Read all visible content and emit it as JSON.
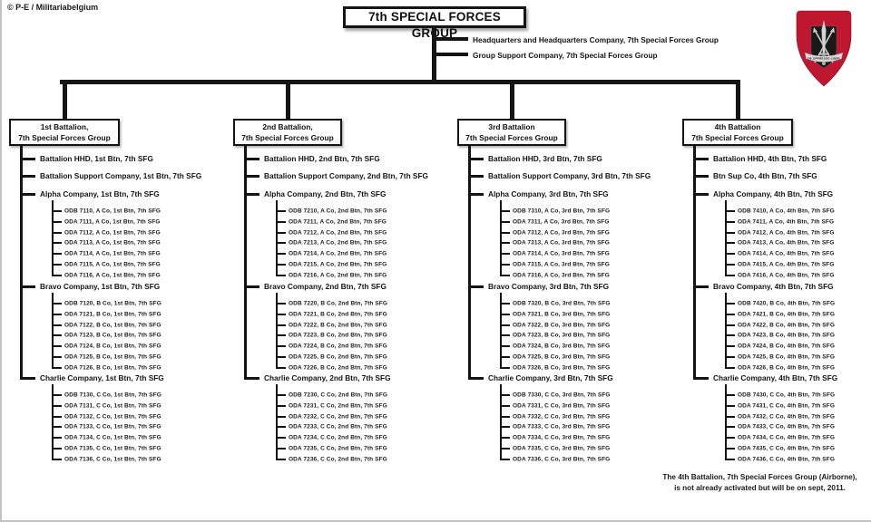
{
  "copyright": "© P-E / Militariabelgium",
  "root": {
    "title": "7th SPECIAL FORCES GROUP",
    "attachments": [
      "Headquarters and Headquarters Company,  7th Special Forces Group",
      "Group Support Company,  7th Special Forces Group"
    ]
  },
  "insignia": {
    "name": "7th-special-forces-group-beret-flash",
    "motto": "DE OPPRESSO LIBER",
    "flash_color": "#c01731"
  },
  "footnote": {
    "line1": "The 4th Battalion, 7th Special Forces Group (Airborne),",
    "line2": "is not already activated but will be on sept, 2011."
  },
  "battalions": [
    {
      "box_line1": "1st Battalion,",
      "box_line2": "7th Special Forces Group",
      "units": [
        "Battalion HHD, 1st Btn, 7th SFG",
        "Battalion  Support Company, 1st Btn, 7th SFG"
      ],
      "companies": [
        {
          "name": "Alpha Company, 1st Btn, 7th SFG",
          "detachments": [
            "ODB 7110, A Co, 1st Btn, 7th SFG",
            "ODA 7111, A Co, 1st Btn, 7th SFG",
            "ODA 7112, A Co, 1st Btn, 7th SFG",
            "ODA 7113, A Co, 1st Btn, 7th SFG",
            "ODA 7114, A Co, 1st Btn, 7th SFG",
            "ODA 7115, A Co, 1st Btn, 7th SFG",
            "ODA 7116, A Co, 1st Btn, 7th SFG"
          ]
        },
        {
          "name": "Bravo Company, 1st Btn, 7th SFG",
          "detachments": [
            "ODB 7120, B Co, 1st Btn, 7th SFG",
            "ODA 7121, B Co, 1st Btn, 7th SFG",
            "ODA 7122, B Co, 1st Btn, 7th SFG",
            "ODA 7123, B Co, 1st Btn, 7th SFG",
            "ODA 7124, B Co, 1st Btn, 7th SFG",
            "ODA 7125, B Co, 1st Btn, 7th SFG",
            "ODA 7126, B Co, 1st Btn, 7th SFG"
          ]
        },
        {
          "name": "Charlie Company, 1st Btn, 7th SFG",
          "detachments": [
            "ODB 7130, C Co, 1st Btn, 7th SFG",
            "ODA 7131, C Co, 1st Btn, 7th SFG",
            "ODA 7132, C Co, 1st Btn, 7th SFG",
            "ODA 7133, C Co, 1st Btn, 7th SFG",
            "ODA 7134, C Co, 1st Btn, 7th SFG",
            "ODA 7135, C Co, 1st Btn, 7th SFG",
            "ODA 7136, C Co, 1st Btn, 7th SFG"
          ]
        }
      ]
    },
    {
      "box_line1": "2nd Battalion,",
      "box_line2": "7th Special Forces Group",
      "units": [
        "Battalion HHD, 2nd Btn, 7th SFG",
        "Battalion  Support Company, 2nd Btn, 7th SFG"
      ],
      "companies": [
        {
          "name": "Alpha Company, 2nd Btn, 7th SFG",
          "detachments": [
            "ODB 7210, A Co, 2nd Btn, 7th SFG",
            "ODA 7211, A Co, 2nd Btn, 7th SFG",
            "ODA 7212, A Co, 2nd Btn, 7th SFG",
            "ODA 7213, A Co, 2nd Btn, 7th SFG",
            "ODA 7214, A Co, 2nd Btn, 7th SFG",
            "ODA 7215, A Co, 2nd Btn, 7th SFG",
            "ODA 7216, A Co, 2nd Btn, 7th SFG"
          ]
        },
        {
          "name": "Bravo Company, 2nd Btn, 7th SFG",
          "detachments": [
            "ODB 7220, B Co, 2nd Btn, 7th SFG",
            "ODA 7221, B Co, 2nd Btn, 7th SFG",
            "ODA 7222, B Co, 2nd Btn, 7th SFG",
            "ODA 7223, B Co, 2nd Btn, 7th SFG",
            "ODA 7224, B Co, 2nd Btn, 7th SFG",
            "ODA 7225, B Co, 2nd Btn, 7th SFG",
            "ODA 7226, B Co, 2nd Btn, 7th SFG"
          ]
        },
        {
          "name": "Charlie Company, 2nd Btn, 7th SFG",
          "detachments": [
            "ODB 7230, C Co, 2nd Btn, 7th SFG",
            "ODA 7231, C Co, 2nd Btn, 7th SFG",
            "ODA 7232, C Co, 2nd Btn, 7th SFG",
            "ODA 7233, C Co, 2nd Btn, 7th SFG",
            "ODA 7234, C Co, 2nd Btn, 7th SFG",
            "ODA 7235, C Co, 2nd Btn, 7th SFG",
            "ODA 7236, C Co, 2nd Btn, 7th SFG"
          ]
        }
      ]
    },
    {
      "box_line1": "3rd Battalion",
      "box_line2": "7th Special Forces Group",
      "units": [
        "Battalion HHD,  3rd Btn, 7th SFG",
        "Battalion  Support Company, 3rd Btn,  7th SFG"
      ],
      "companies": [
        {
          "name": "Alpha Company, 3rd Btn, 7th SFG",
          "detachments": [
            "ODB 7310, A Co, 3rd Btn, 7th SFG",
            "ODA 7311, A Co, 3rd Btn, 7th SFG",
            "ODA 7312, A Co, 3rd Btn, 7th SFG",
            "ODA 7313, A Co, 3rd Btn, 7th SFG",
            "ODA 7314, A Co, 3rd Btn, 7th SFG",
            "ODA 7315, A Co, 3rd Btn, 7th SFG",
            "ODA 7316, A Co, 3rd Btn, 7th SFG"
          ]
        },
        {
          "name": "Bravo Company, 3rd Btn, 7th SFG",
          "detachments": [
            "ODB 7320, B Co, 3rd Btn, 7th SFG",
            "ODA 7321, B Co, 3rd Btn, 7th SFG",
            "ODA 7322, B Co, 3rd Btn, 7th SFG",
            "ODA 7323, B Co, 3rd Btn, 7th SFG",
            "ODA 7324, B Co, 3rd Btn, 7th SFG",
            "ODA 7325, B Co, 3rd Btn, 7th SFG",
            "ODA 7326, B Co, 3rd Btn, 7th SFG"
          ]
        },
        {
          "name": "Charlie Company, 3rd Btn, 7th SFG",
          "detachments": [
            "ODB 7330, C Co, 3rd Btn, 7th SFG",
            "ODA 7331, C Co, 3rd Btn, 7th SFG",
            "ODA 7332, C Co, 3rd Btn, 7th SFG",
            "ODA 7333, C Co, 3rd Btn, 7th SFG",
            "ODA 7334, C Co, 3rd Btn, 7th SFG",
            "ODA 7335, C Co, 3rd Btn, 7th SFG",
            "ODA 7336, C Co, 3rd Btn, 7th SFG"
          ]
        }
      ]
    },
    {
      "box_line1": "4th Battalion",
      "box_line2": "7th Special Forces Group",
      "units": [
        "Battalion HHD, 4th Btn, 7th SFG",
        "Btn  Sup Co, 4th Btn, 7th SFG"
      ],
      "companies": [
        {
          "name": "Alpha Company, 4th Btn, 7th SFG",
          "detachments": [
            "ODB 7410, A Co, 4th Btn, 7th SFG",
            "ODA 7411, A Co, 4th Btn, 7th SFG",
            "ODA 7412, A Co, 4th Btn, 7th SFG",
            "ODA 7413, A Co, 4th Btn, 7th SFG",
            "ODA 7414, A Co, 4th Btn, 7th SFG",
            "ODA 7415, A Co, 4th Btn, 7th SFG",
            "ODA 7416, A Co, 4th Btn, 7th SFG"
          ]
        },
        {
          "name": "Bravo Company, 4th Btn, 7th SFG",
          "detachments": [
            "ODB 7420, B Co, 4th Btn, 7th SFG",
            "ODA 7421, B Co, 4th Btn, 7th SFG",
            "ODA 7422, B Co, 4th Btn, 7th SFG",
            "ODA 7423, B Co, 4th Btn, 7th SFG",
            "ODA 7424, B Co, 4th Btn, 7th SFG",
            "ODA 7425, B Co, 4th Btn, 7th SFG",
            "ODA 7426, B Co, 4th Btn, 7th SFG"
          ]
        },
        {
          "name": "Charlie Company, 4th Btn, 7th SFG",
          "detachments": [
            "ODB 7430, C Co, 4th Btn, 7th SFG",
            "ODA 7431, C Co, 4th Btn, 7th SFG",
            "ODA 7432, C Co, 4th Btn, 7th SFG",
            "ODA 7433, C Co, 4th Btn, 7th SFG",
            "ODA 7434, C Co, 4th Btn, 7th SFG",
            "ODA 7435, C Co, 4th Btn, 7th SFG",
            "ODA 7436, C Co, 4th Btn, 7th SFG"
          ]
        }
      ]
    }
  ]
}
